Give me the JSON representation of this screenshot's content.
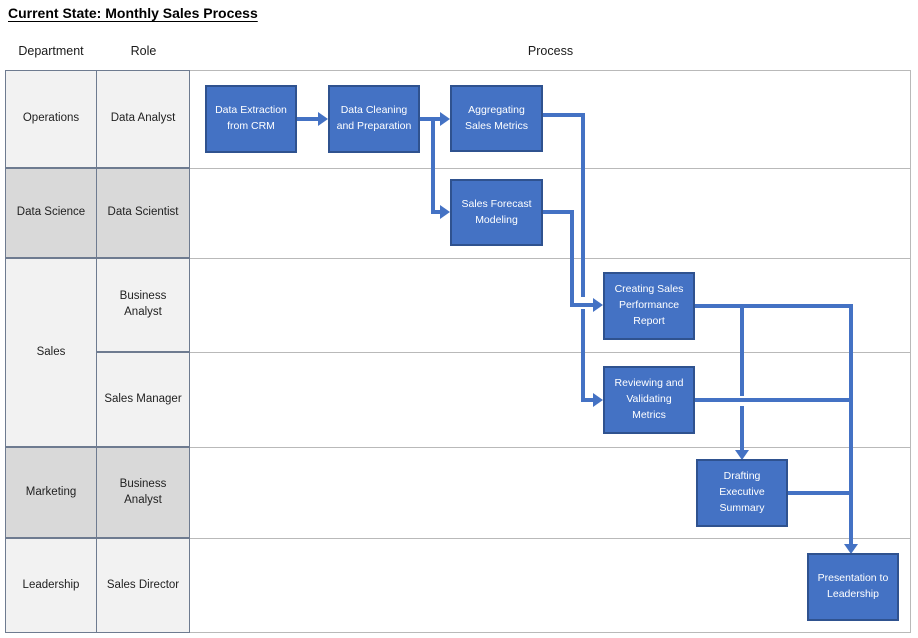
{
  "title": "Current State: Monthly Sales Process",
  "column_headers": {
    "department": "Department",
    "role": "Role",
    "process": "Process"
  },
  "departments": [
    {
      "label": "Operations"
    },
    {
      "label": "Data Science"
    },
    {
      "label": "Sales"
    },
    {
      "label": "Marketing"
    },
    {
      "label": "Leadership"
    }
  ],
  "roles": [
    {
      "label": "Data Analyst"
    },
    {
      "label": "Data Scientist"
    },
    {
      "label": "Business Analyst"
    },
    {
      "label": "Sales Manager"
    },
    {
      "label": "Business Analyst"
    },
    {
      "label": "Sales Director"
    }
  ],
  "process_steps": [
    {
      "label": "Data Extraction from CRM",
      "department": "Operations",
      "role": "Data Analyst"
    },
    {
      "label": "Data Cleaning and Preparation",
      "department": "Operations",
      "role": "Data Analyst"
    },
    {
      "label": "Aggregating Sales Metrics",
      "department": "Operations",
      "role": "Data Analyst"
    },
    {
      "label": "Sales Forecast Modeling",
      "department": "Data Science",
      "role": "Data Scientist"
    },
    {
      "label": "Creating Sales Performance Report",
      "department": "Sales",
      "role": "Business Analyst"
    },
    {
      "label": "Reviewing and Validating Metrics",
      "department": "Sales",
      "role": "Sales Manager"
    },
    {
      "label": "Drafting Executive Summary",
      "department": "Marketing",
      "role": "Business Analyst"
    },
    {
      "label": "Presentation to Leadership",
      "department": "Leadership",
      "role": "Sales Director"
    }
  ],
  "flows": [
    {
      "from": "Data Extraction from CRM",
      "to": "Data Cleaning and Preparation"
    },
    {
      "from": "Data Cleaning and Preparation",
      "to": "Aggregating Sales Metrics"
    },
    {
      "from": "Data Cleaning and Preparation",
      "to": "Sales Forecast Modeling"
    },
    {
      "from": "Aggregating Sales Metrics",
      "to": "Reviewing and Validating Metrics"
    },
    {
      "from": "Sales Forecast Modeling",
      "to": "Creating Sales Performance Report"
    },
    {
      "from": "Creating Sales Performance Report",
      "to": "Drafting Executive Summary"
    },
    {
      "from": "Creating Sales Performance Report",
      "to": "Presentation to Leadership"
    },
    {
      "from": "Reviewing and Validating Metrics",
      "to": "Presentation to Leadership"
    },
    {
      "from": "Drafting Executive Summary",
      "to": "Presentation to Leadership"
    }
  ],
  "colors": {
    "step_fill": "#4472C4",
    "step_border": "#2F528F",
    "connector": "#4472C4",
    "lane_light": "#F2F2F2",
    "lane_dark": "#D9D9D9",
    "lane_border": "#6E7B90",
    "grid_line": "#B9B9B9"
  }
}
